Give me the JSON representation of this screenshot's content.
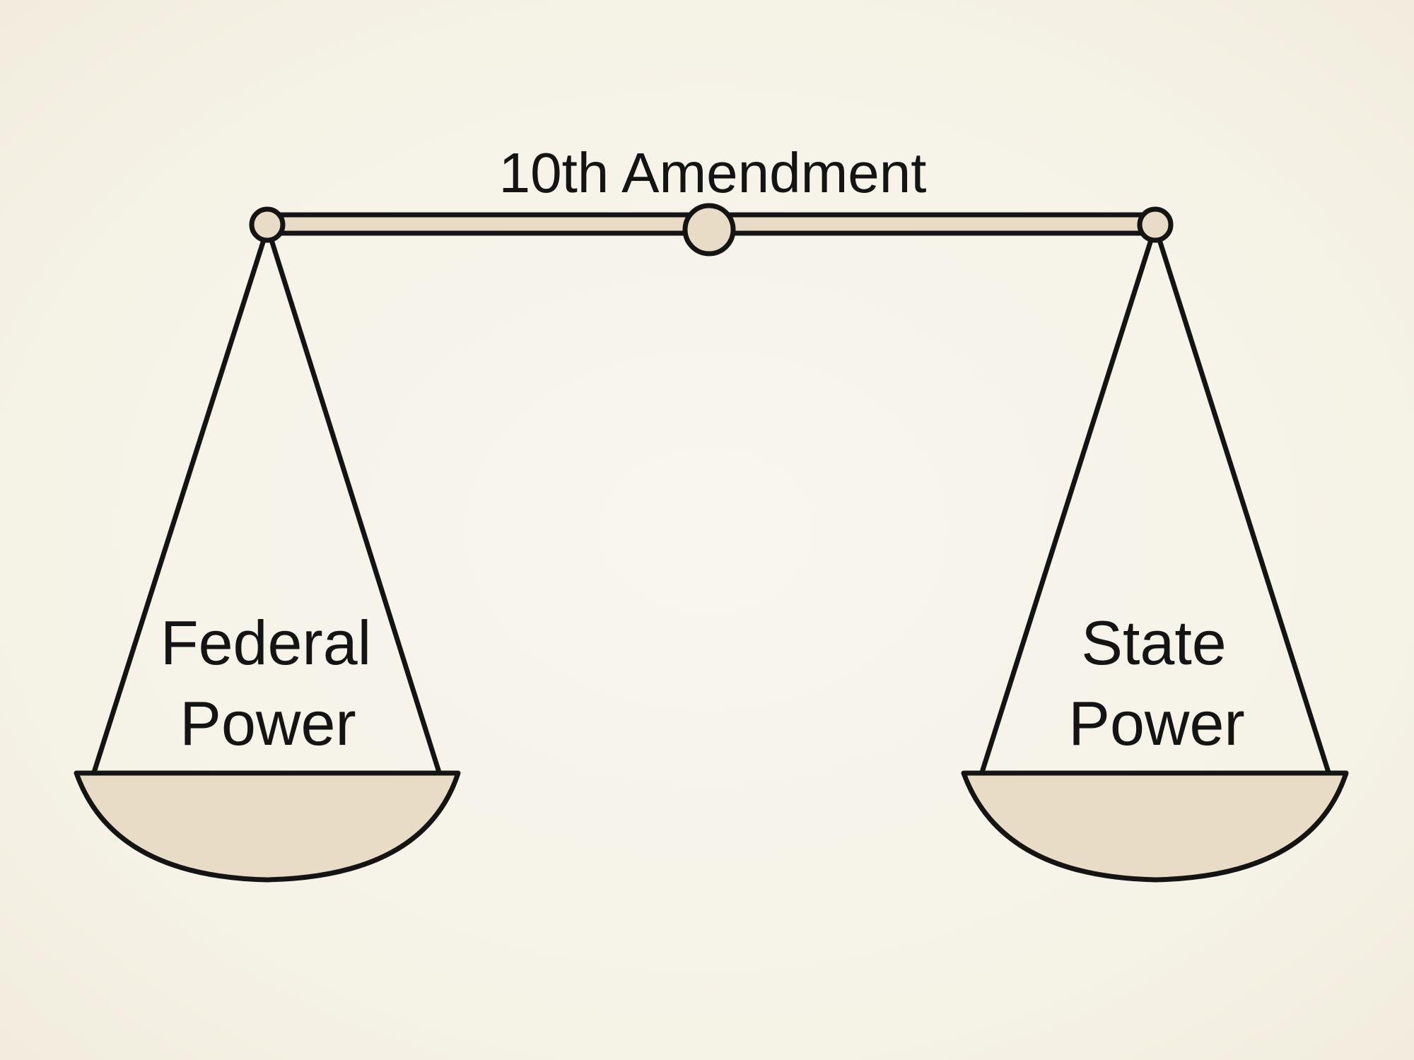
{
  "title": "10th Amendment",
  "left_pan": {
    "line1": "Federal",
    "line2": "Power"
  },
  "right_pan": {
    "line1": "State",
    "line2": "Power"
  },
  "colors": {
    "background": "#f7f4ea",
    "beam_fill": "#e8dcc6",
    "pan_fill": "#e8dcc6",
    "stroke": "#141414"
  }
}
